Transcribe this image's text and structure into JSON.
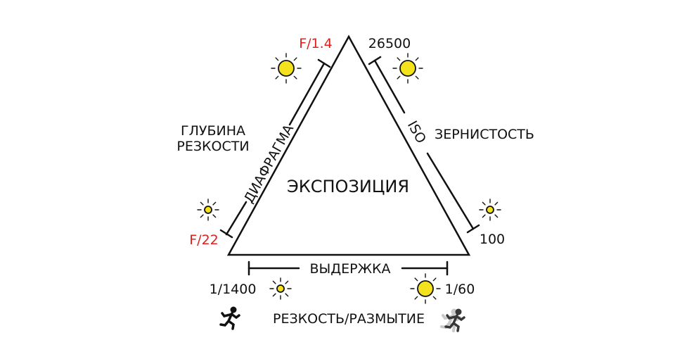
{
  "title": "ЭКСПОЗИЦИЯ",
  "aperture": {
    "label": "ДИАФРАГМА",
    "effect": [
      "ГЛУБИНА",
      "РЕЗКОСТИ"
    ],
    "max": "F/1.4",
    "min": "F/22"
  },
  "iso": {
    "label": "ISO",
    "effect": "ЗЕРНИСТОСТЬ",
    "max": "26500",
    "min": "100"
  },
  "shutter": {
    "label": "ВЫДЕРЖКА",
    "effect": "РЕЗКОСТЬ/РАЗМЫТИЕ",
    "fast": "1/1400",
    "slow": "1/60"
  },
  "colors": {
    "accent": "#e0201b",
    "sun": "#f4e21c",
    "ink": "#111111"
  },
  "icons": [
    "sun-large-icon",
    "sun-small-icon",
    "runner-sharp-icon",
    "runner-blurred-icon"
  ]
}
